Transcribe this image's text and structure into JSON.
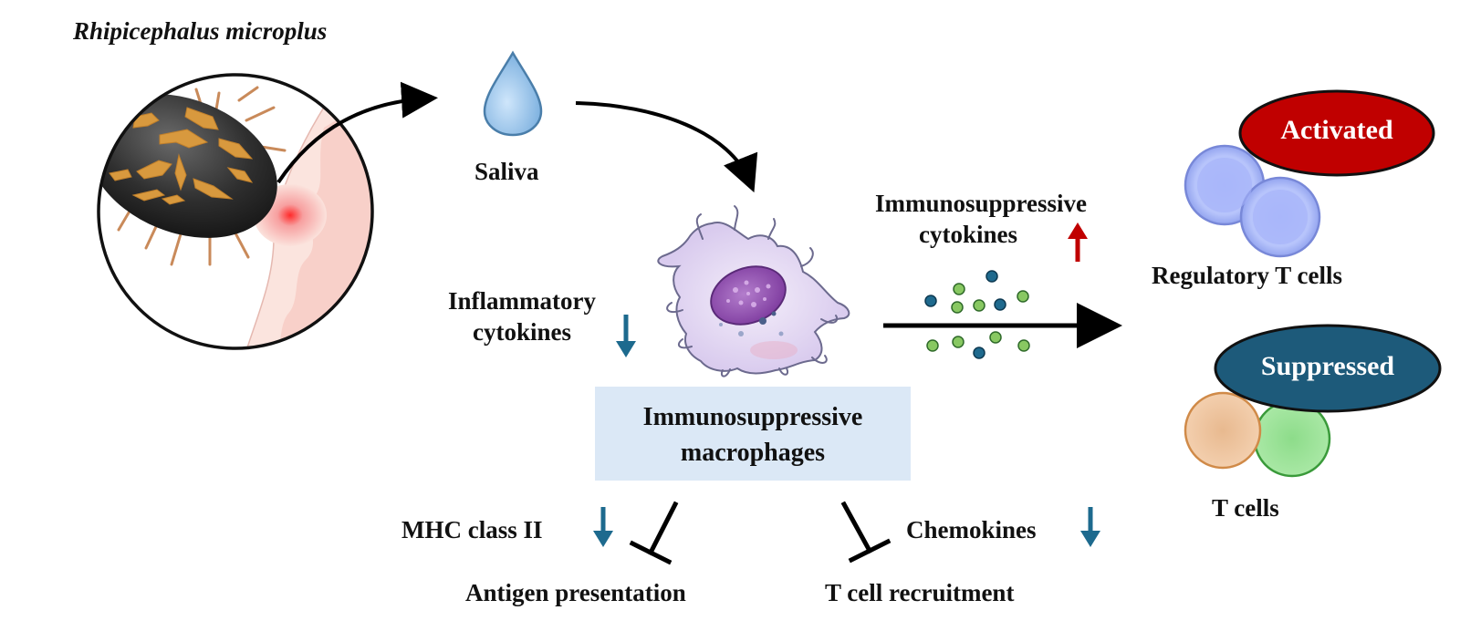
{
  "labels": {
    "species": "Rhipicephalus microplus",
    "saliva": "Saliva",
    "inflammatory_line1": "Inflammatory",
    "inflammatory_line2": "cytokines",
    "immuno_cytokines_line1": "Immunosuppressive",
    "immuno_cytokines_line2": "cytokines",
    "macrophage_line1": "Immunosuppressive",
    "macrophage_line2": "macrophages",
    "mhc": "MHC class II",
    "antigen": "Antigen presentation",
    "chemokines": "Chemokines",
    "tcell_recruitment": "T cell recruitment",
    "activated": "Activated",
    "regulatory_t_cells": "Regulatory T cells",
    "suppressed": "Suppressed",
    "t_cells": "T cells"
  },
  "indicators": {
    "inflammatory": "down",
    "immuno_cytokines": "up",
    "mhc": "down",
    "chemokines": "down"
  },
  "colors": {
    "activated_pill": "#c00000",
    "suppressed_pill": "#1d5a7a",
    "down_arrow": "#1d6a8e",
    "up_arrow": "#c00000",
    "box_fill": "#dbe8f6"
  }
}
